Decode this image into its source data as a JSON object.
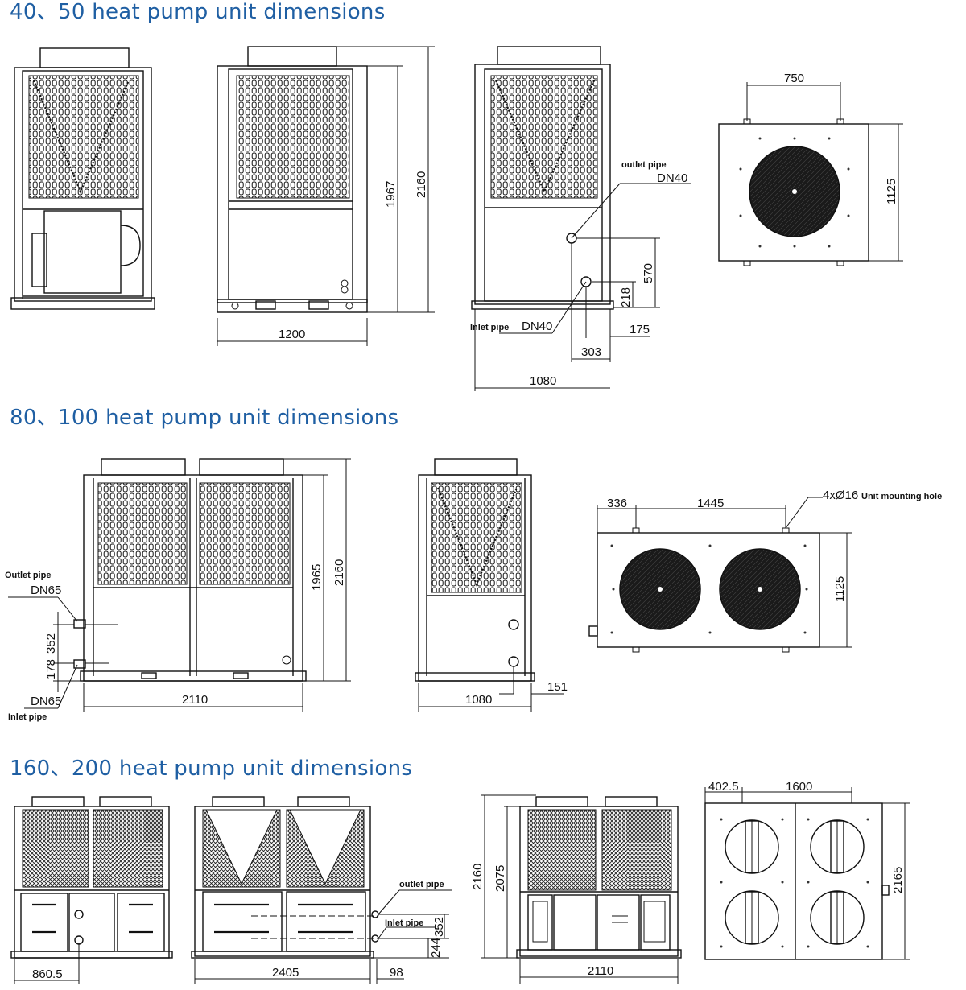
{
  "sections": [
    {
      "title": "40、50 heat pump unit  dimensions"
    },
    {
      "title": "80、100 heat pump unit dimensions"
    },
    {
      "title": "160、200 heat pump unit dimensions"
    }
  ],
  "s1": {
    "d_1200": "1200",
    "d_1967": "1967",
    "d_2160": "2160",
    "outlet_label": "outlet pipe",
    "outlet_dn": "DN40",
    "d_570": "570",
    "d_218": "218",
    "inlet_label": "Inlet pipe",
    "inlet_dn": "DN40",
    "d_175": "175",
    "d_303": "303",
    "d_1080": "1080",
    "d_750": "750",
    "d_1125": "1125"
  },
  "s2": {
    "outlet_label": "Outlet pipe",
    "outlet_dn": "DN65",
    "d_352": "352",
    "d_178": "178",
    "inlet_dn": "DN65",
    "inlet_label": "Inlet pipe",
    "d_2110": "2110",
    "d_1965": "1965",
    "d_2160": "2160",
    "d_1080": "1080",
    "d_151": "151",
    "d_336": "336",
    "d_1445": "1445",
    "mount_label": "4xØ16",
    "mount_text": "Unit mounting hole",
    "d_1125": "1125"
  },
  "s3": {
    "d_8605": "860.5",
    "outlet_label": "outlet pipe",
    "inlet_label": "Inlet pipe",
    "d_352": "352",
    "d_244": "244",
    "d_2405": "2405",
    "d_98": "98",
    "d_2160": "2160",
    "d_2075": "2075",
    "d_2110": "2110",
    "d_4025": "402.5",
    "d_1600": "1600",
    "d_2165": "2165"
  }
}
